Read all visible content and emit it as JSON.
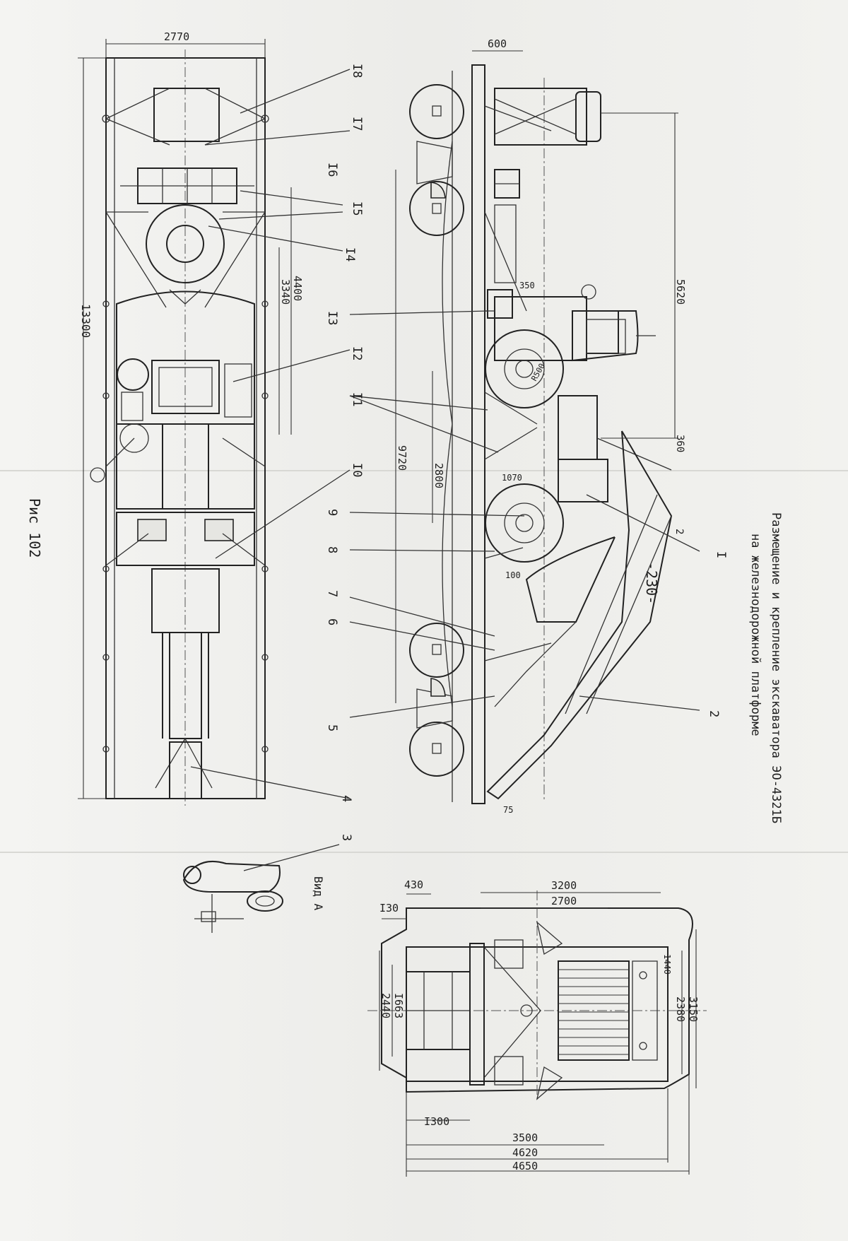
{
  "page_number": "-230-",
  "page_mark": "2",
  "title_line1": "Размещение и крепление экскаватора ЭО-4321Б",
  "title_line2": "на железнодорожной платформе",
  "figure_caption": "Рис 102",
  "view_label": "Вид А",
  "callouts": [
    "I",
    "2",
    "3",
    "4",
    "5",
    "6",
    "7",
    "8",
    "9",
    "I0",
    "I1",
    "I2",
    "I3",
    "I4",
    "I5",
    "I6",
    "I7",
    "I8"
  ],
  "dims_plan": {
    "width": "2770",
    "length": "13300",
    "d4400": "4400",
    "d3340": "3340"
  },
  "dims_side": {
    "d600": "600",
    "d5620": "5620",
    "d350": "350",
    "d360": "360",
    "d9720": "9720",
    "d2800": "2800",
    "d1070": "1070",
    "d100": "100",
    "d75": "75",
    "r": "R500"
  },
  "dims_end": {
    "d430": "430",
    "d130": "I30",
    "d3200": "3200",
    "d2700": "2700",
    "d1663": "I663",
    "d2440": "2440",
    "d1440": "1440",
    "d3150": "3150",
    "d2380": "2380",
    "d1300": "I300",
    "d3500": "3500",
    "d4620": "4620",
    "d4650": "4650"
  }
}
